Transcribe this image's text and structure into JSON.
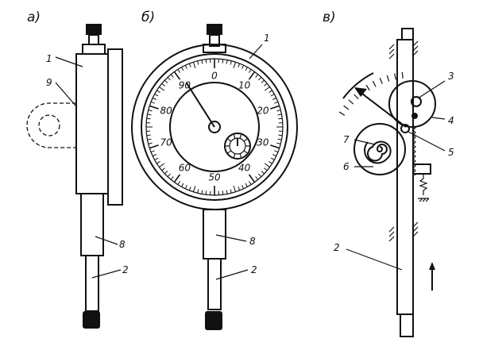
{
  "panels": {
    "a": "а)",
    "b": "б)",
    "c": "в)"
  },
  "labels_a": {
    "l1": "1",
    "l9": "9",
    "l8": "8",
    "l2": "2"
  },
  "labels_b": {
    "l1": "1",
    "l8": "8",
    "l2": "2"
  },
  "labels_c": {
    "l3": "3",
    "l4": "4",
    "l5": "5",
    "l7": "7",
    "l6": "6",
    "l2": "2"
  },
  "dial": {
    "numbers": [
      "0",
      "10",
      "20",
      "30",
      "40",
      "50",
      "60",
      "70",
      "80",
      "90"
    ],
    "pointer_reading": 91
  }
}
